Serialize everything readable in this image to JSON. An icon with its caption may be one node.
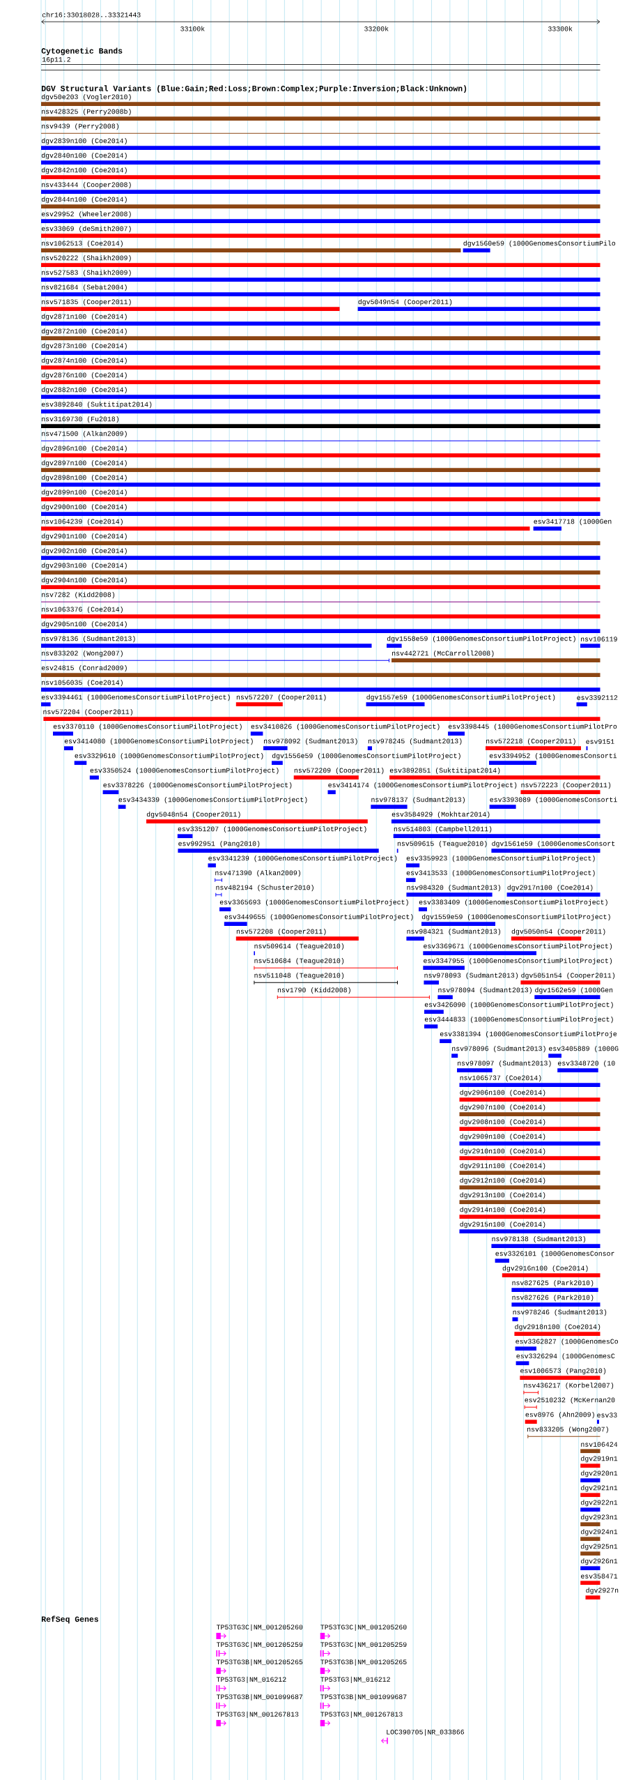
{
  "diagram": {
    "labels": [
      "chr16:33018028..33321443",
      "33100k",
      "33200k",
      "33300k",
      "Cytogenetic Bands",
      "16p11.2",
      "DGV Structural Variants (Blue:Gain;Red:Loss;Brown:Complex;Purple:Inversion;Black:Unknown)",
      "dgv50e203 (Vogler2010)",
      "nsv428325 (Perry2008b)",
      "nsv9439 (Perry2008)",
      "dgv2839n100 (Coe2014)",
      "dgv2840n100 (Coe2014)",
      "dgv2842n100 (Coe2014)",
      "nsv433444 (Cooper2008)",
      "dgv2844n100 (Coe2014)",
      "esv29952 (Wheeler2008)",
      "esv33069 (deSmith2007)",
      "nsv1062513 (Coe2014)",
      "dgv1560e59 (1000GenomesConsortiumPilo",
      "nsv520222 (Shaikh2009)",
      "nsv527583 (Shaikh2009)",
      "nsv821684 (Sebat2004)",
      "nsv571835 (Cooper2011)",
      "dgv5049n54 (Cooper2011)",
      "dgv2871n100 (Coe2014)",
      "dgv2872n100 (Coe2014)",
      "dgv2873n100 (Coe2014)",
      "dgv2874n100 (Coe2014)",
      "dgv2876n100 (Coe2014)",
      "dgv2882n100 (Coe2014)",
      "esv3892840 (Suktitipat2014)",
      "nsv3169730 (Fu2018)",
      "nsv471500 (Alkan2009)",
      "dgv2896n100 (Coe2014)",
      "dgv2897n100 (Coe2014)",
      "dgv2898n100 (Coe2014)",
      "dgv2899n100 (Coe2014)",
      "dgv2900n100 (Coe2014)",
      "nsv1064239 (Coe2014)",
      "esv3417718 (1000Gen",
      "dgv2901n100 (Coe2014)",
      "dgv2902n100 (Coe2014)",
      "dgv2903n100 (Coe2014)",
      "dgv2904n100 (Coe2014)",
      "nsv7282 (Kidd2008)",
      "nsv1063376 (Coe2014)",
      "dgv2905n100 (Coe2014)",
      "nsv978136 (Sudmant2013)",
      "dgv1558e59 (1000GenomesConsortiumPilotProject)",
      "nsv106119",
      "nsv833202 (Wong2007)",
      "nsv442721 (McCarroll2008)",
      "esv24815 (Conrad2009)",
      "nsv1056035 (Coe2014)",
      "esv3394461 (1000GenomesConsortiumPilotProject)",
      "nsv572207 (Cooper2011)",
      "dgv1557e59 (1000GenomesConsortiumPilotProject)",
      "esv3392112",
      "nsv572204 (Cooper2011)",
      "esv3370110 (1000GenomesConsortiumPilotProject)",
      "esv3410826 (1000GenomesConsortiumPilotProject)",
      "esv3398445 (1000GenomesConsortiumPilotPro",
      "esv3414080 (1000GenomesConsortiumPilotProject)",
      "nsv978092 (Sudmant2013)",
      "nsv978245 (Sudmant2013)",
      "nsv572218 (Cooper2011)",
      "esv9151",
      "esv3329610 (1000GenomesConsortiumPilotProject)",
      "dgv1556e59 (1000GenomesConsortiumPilotProject)",
      "esv3394952 (1000GenomesConsorti",
      "esv3350524 (1000GenomesConsortiumPilotProject)",
      "nsv572209 (Cooper2011)",
      "esv3892851 (Suktitipat2014)",
      "esv3378226 (1000GenomesConsortiumPilotProject)",
      "esv3414174 (1000GenomesConsortiumPilotProject)",
      "nsv572223 (Cooper2011)",
      "esv3434339 (1000GenomesConsortiumPilotProject)",
      "nsv978137 (Sudmant2013)",
      "esv3393089 (1000GenomesConsorti",
      "dgv5048n54 (Cooper2011)",
      "esv3584929 (Mokhtar2014)",
      "esv3351207 (1000GenomesConsortiumPilotProject)",
      "nsv514803 (Campbell2011)",
      "esv992951 (Pang2010)",
      "nsv509615 (Teague2010)",
      "dgv1561e59 (1000GenomesConsort",
      "esv3341239 (1000GenomesConsortiumPilotProject)",
      "esv3359923 (1000GenomesConsortiumPilotProject)",
      "nsv471390 (Alkan2009)",
      "esv3413533 (1000GenomesConsortiumPilotProject)",
      "nsv482194 (Schuster2010)",
      "nsv984320 (Sudmant2013)",
      "dgv2917n100 (Coe2014)",
      "esv3365693 (1000GenomesConsortiumPilotProject)",
      "esv3383409 (1000GenomesConsortiumPilotProject)",
      "esv3449655 (1000GenomesConsortiumPilotProject)",
      "dgv1559e59 (1000GenomesConsortiumPilotProject)",
      "nsv572208 (Cooper2011)",
      "nsv984321 (Sudmant2013)",
      "dgv5050n54 (Cooper2011)",
      "nsv509614 (Teague2010)",
      "esv3369671 (1000GenomesConsortiumPilotProject)",
      "nsv510684 (Teague2010)",
      "esv3347955 (1000GenomesConsortiumPilotProject)",
      "nsv511048 (Teague2010)",
      "nsv978093 (Sudmant2013)",
      "dgv5051n54 (Cooper2011)",
      "nsv1790 (Kidd2008)",
      "nsv978094 (Sudmant2013)",
      "dgv1562e59 (1000Gen",
      "esv3426090 (1000GenomesConsortiumPilotProject)",
      "esv3444833 (1000GenomesConsortiumPilotProject)",
      "esv3381394 (1000GenomesConsortiumPilotProje",
      "nsv978096 (Sudmant2013)",
      "esv3405889 (1000G",
      "nsv978097 (Sudmant2013)",
      "esv3348720 (10",
      "nsv1065737 (Coe2014)",
      "dgv2906n100 (Coe2014)",
      "dgv2907n100 (Coe2014)",
      "dgv2908n100 (Coe2014)",
      "dgv2909n100 (Coe2014)",
      "dgv2910n100 (Coe2014)",
      "dgv2911n100 (Coe2014)",
      "dgv2912n100 (Coe2014)",
      "dgv2913n100 (Coe2014)",
      "dgv2914n100 (Coe2014)",
      "dgv2915n100 (Coe2014)",
      "nsv978138 (Sudmant2013)",
      "esv3326101 (1000GenomesConsor",
      "dgv2916n100 (Coe2014)",
      "nsv827625 (Park2010)",
      "nsv827626 (Park2010)",
      "nsv978246 (Sudmant2013)",
      "dgv2918n100 (Coe2014)",
      "esv3362827 (1000GenomesCo",
      "esv3326294 (1000GenomesC",
      "esv1006573 (Pang2010)",
      "nsv436217 (Korbel2007)",
      "esv2510232 (McKernan20",
      "esv8976 (Ahn2009)",
      "esv33",
      "nsv833205 (Wong2007)",
      "nsv106424",
      "dgv2919n1",
      "dgv2920n1",
      "dgv2921n1",
      "dgv2922n1",
      "dgv2923n1",
      "dgv2924n1",
      "dgv2925n1",
      "dgv2926n1",
      "esv358471",
      "dgv2927n",
      "RefSeq Genes",
      "TP53TG3C|NM_001205260",
      "TP53TG3C|NM_001205260",
      "TP53TG3C|NM_001205259",
      "TP53TG3C|NM_001205259",
      "TP53TG3B|NM_001205265",
      "TP53TG3B|NM_001205265",
      "TP53TG3|NM_016212",
      "TP53TG3|NM_016212",
      "TP53TG3B|NM_001099687",
      "TP53TG3B|NM_001099687",
      "TP53TG3|NM_001267813",
      "TP53TG3|NM_001267813",
      "LOC390705|NR_033866"
    ]
  }
}
